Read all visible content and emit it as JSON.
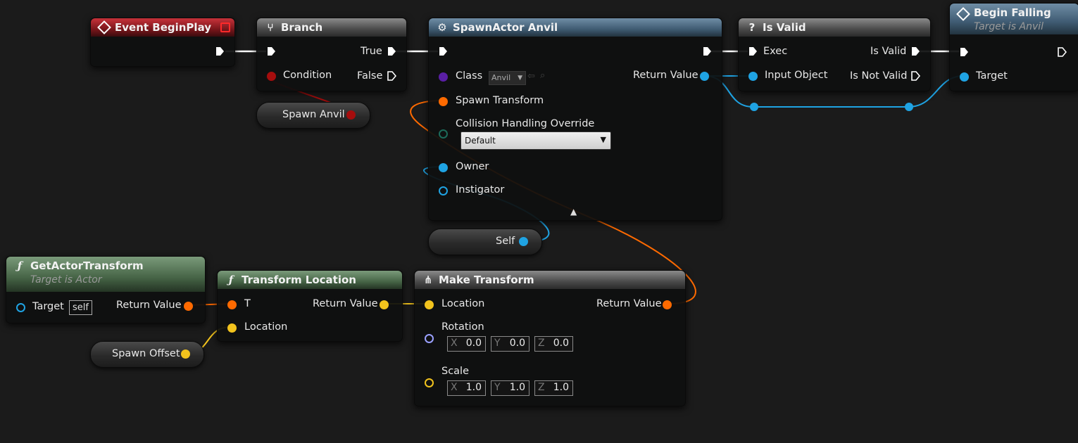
{
  "colors": {
    "exec": "#ffffff",
    "object": "#1fa3e3",
    "class": "#5a1fa5",
    "bool": "#a50d0d",
    "transform": "#ff6a00",
    "vector": "#f2c31d",
    "rotator": "#9aa0ff"
  },
  "nodes": {
    "event_begin_play": {
      "title": "Event BeginPlay",
      "icon": "event-diamond-icon"
    },
    "branch": {
      "title": "Branch",
      "icon": "branch-icon",
      "condition": "Condition",
      "true_label": "True",
      "false_label": "False"
    },
    "spawn_actor": {
      "title": "SpawnActor Anvil",
      "icon": "spawn-icon",
      "class_label": "Class",
      "class_value": "Anvil",
      "spawn_transform": "Spawn Transform",
      "collision_label": "Collision Handling Override",
      "collision_value": "Default",
      "owner": "Owner",
      "instigator": "Instigator",
      "return_value": "Return Value"
    },
    "is_valid": {
      "title": "Is Valid",
      "icon": "question-icon",
      "exec": "Exec",
      "input_object": "Input Object",
      "is_valid": "Is Valid",
      "is_not_valid": "Is Not Valid"
    },
    "begin_falling": {
      "title": "Begin Falling",
      "subtitle": "Target is Anvil",
      "icon": "event-diamond-icon",
      "target": "Target"
    },
    "get_actor_transform": {
      "title": "GetActorTransform",
      "subtitle": "Target is Actor",
      "icon": "function-icon",
      "target": "Target",
      "self_value": "self",
      "return_value": "Return Value"
    },
    "transform_location": {
      "title": "Transform Location",
      "icon": "function-icon",
      "t": "T",
      "location": "Location",
      "return_value": "Return Value"
    },
    "make_transform": {
      "title": "Make Transform",
      "icon": "make-struct-icon",
      "location": "Location",
      "rotation": "Rotation",
      "scale": "Scale",
      "return_value": "Return Value",
      "rotation_values": [
        {
          "axis": "X",
          "value": "0.0"
        },
        {
          "axis": "Y",
          "value": "0.0"
        },
        {
          "axis": "Z",
          "value": "0.0"
        }
      ],
      "scale_values": [
        {
          "axis": "X",
          "value": "1.0"
        },
        {
          "axis": "Y",
          "value": "1.0"
        },
        {
          "axis": "Z",
          "value": "1.0"
        }
      ]
    }
  },
  "variables": {
    "spawn_anvil": "Spawn Anvil",
    "self": "Self",
    "spawn_offset": "Spawn Offset"
  }
}
